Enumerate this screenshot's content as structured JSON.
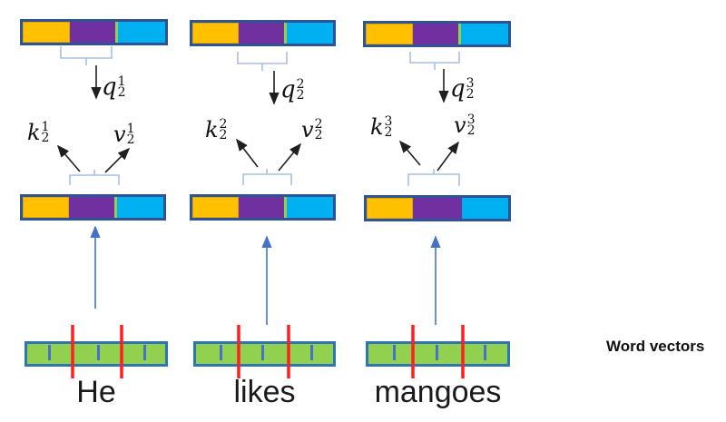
{
  "colors": {
    "yellow": "#FFC000",
    "purple": "#7030A0",
    "cyan": "#00B0F0",
    "divider_green": "#92D050",
    "bar_border": "#2F5496",
    "vector_green": "#92D050",
    "vector_border": "#2E75B6",
    "tick_blue": "#4472C4",
    "red_line": "#FF1F1F",
    "brace": "#A9BFE8",
    "arrow_black": "#1F1F1F",
    "arrow_blue": "#4472C4"
  },
  "right_label": "Word vectors",
  "columns": [
    {
      "word": "He",
      "q": {
        "base": "q",
        "sub": "2",
        "sup": "1"
      },
      "k": {
        "base": "k",
        "sub": "2",
        "sup": "1"
      },
      "v": {
        "base": "v",
        "sub": "2",
        "sup": "1"
      }
    },
    {
      "word": "likes",
      "q": {
        "base": "q",
        "sub": "2",
        "sup": "2"
      },
      "k": {
        "base": "k",
        "sub": "2",
        "sup": "2"
      },
      "v": {
        "base": "v",
        "sub": "2",
        "sup": "2"
      }
    },
    {
      "word": "mangoes",
      "q": {
        "base": "q",
        "sub": "2",
        "sup": "3"
      },
      "k": {
        "base": "k",
        "sub": "2",
        "sup": "3"
      },
      "v": {
        "base": "v",
        "sub": "2",
        "sup": "3"
      }
    }
  ]
}
